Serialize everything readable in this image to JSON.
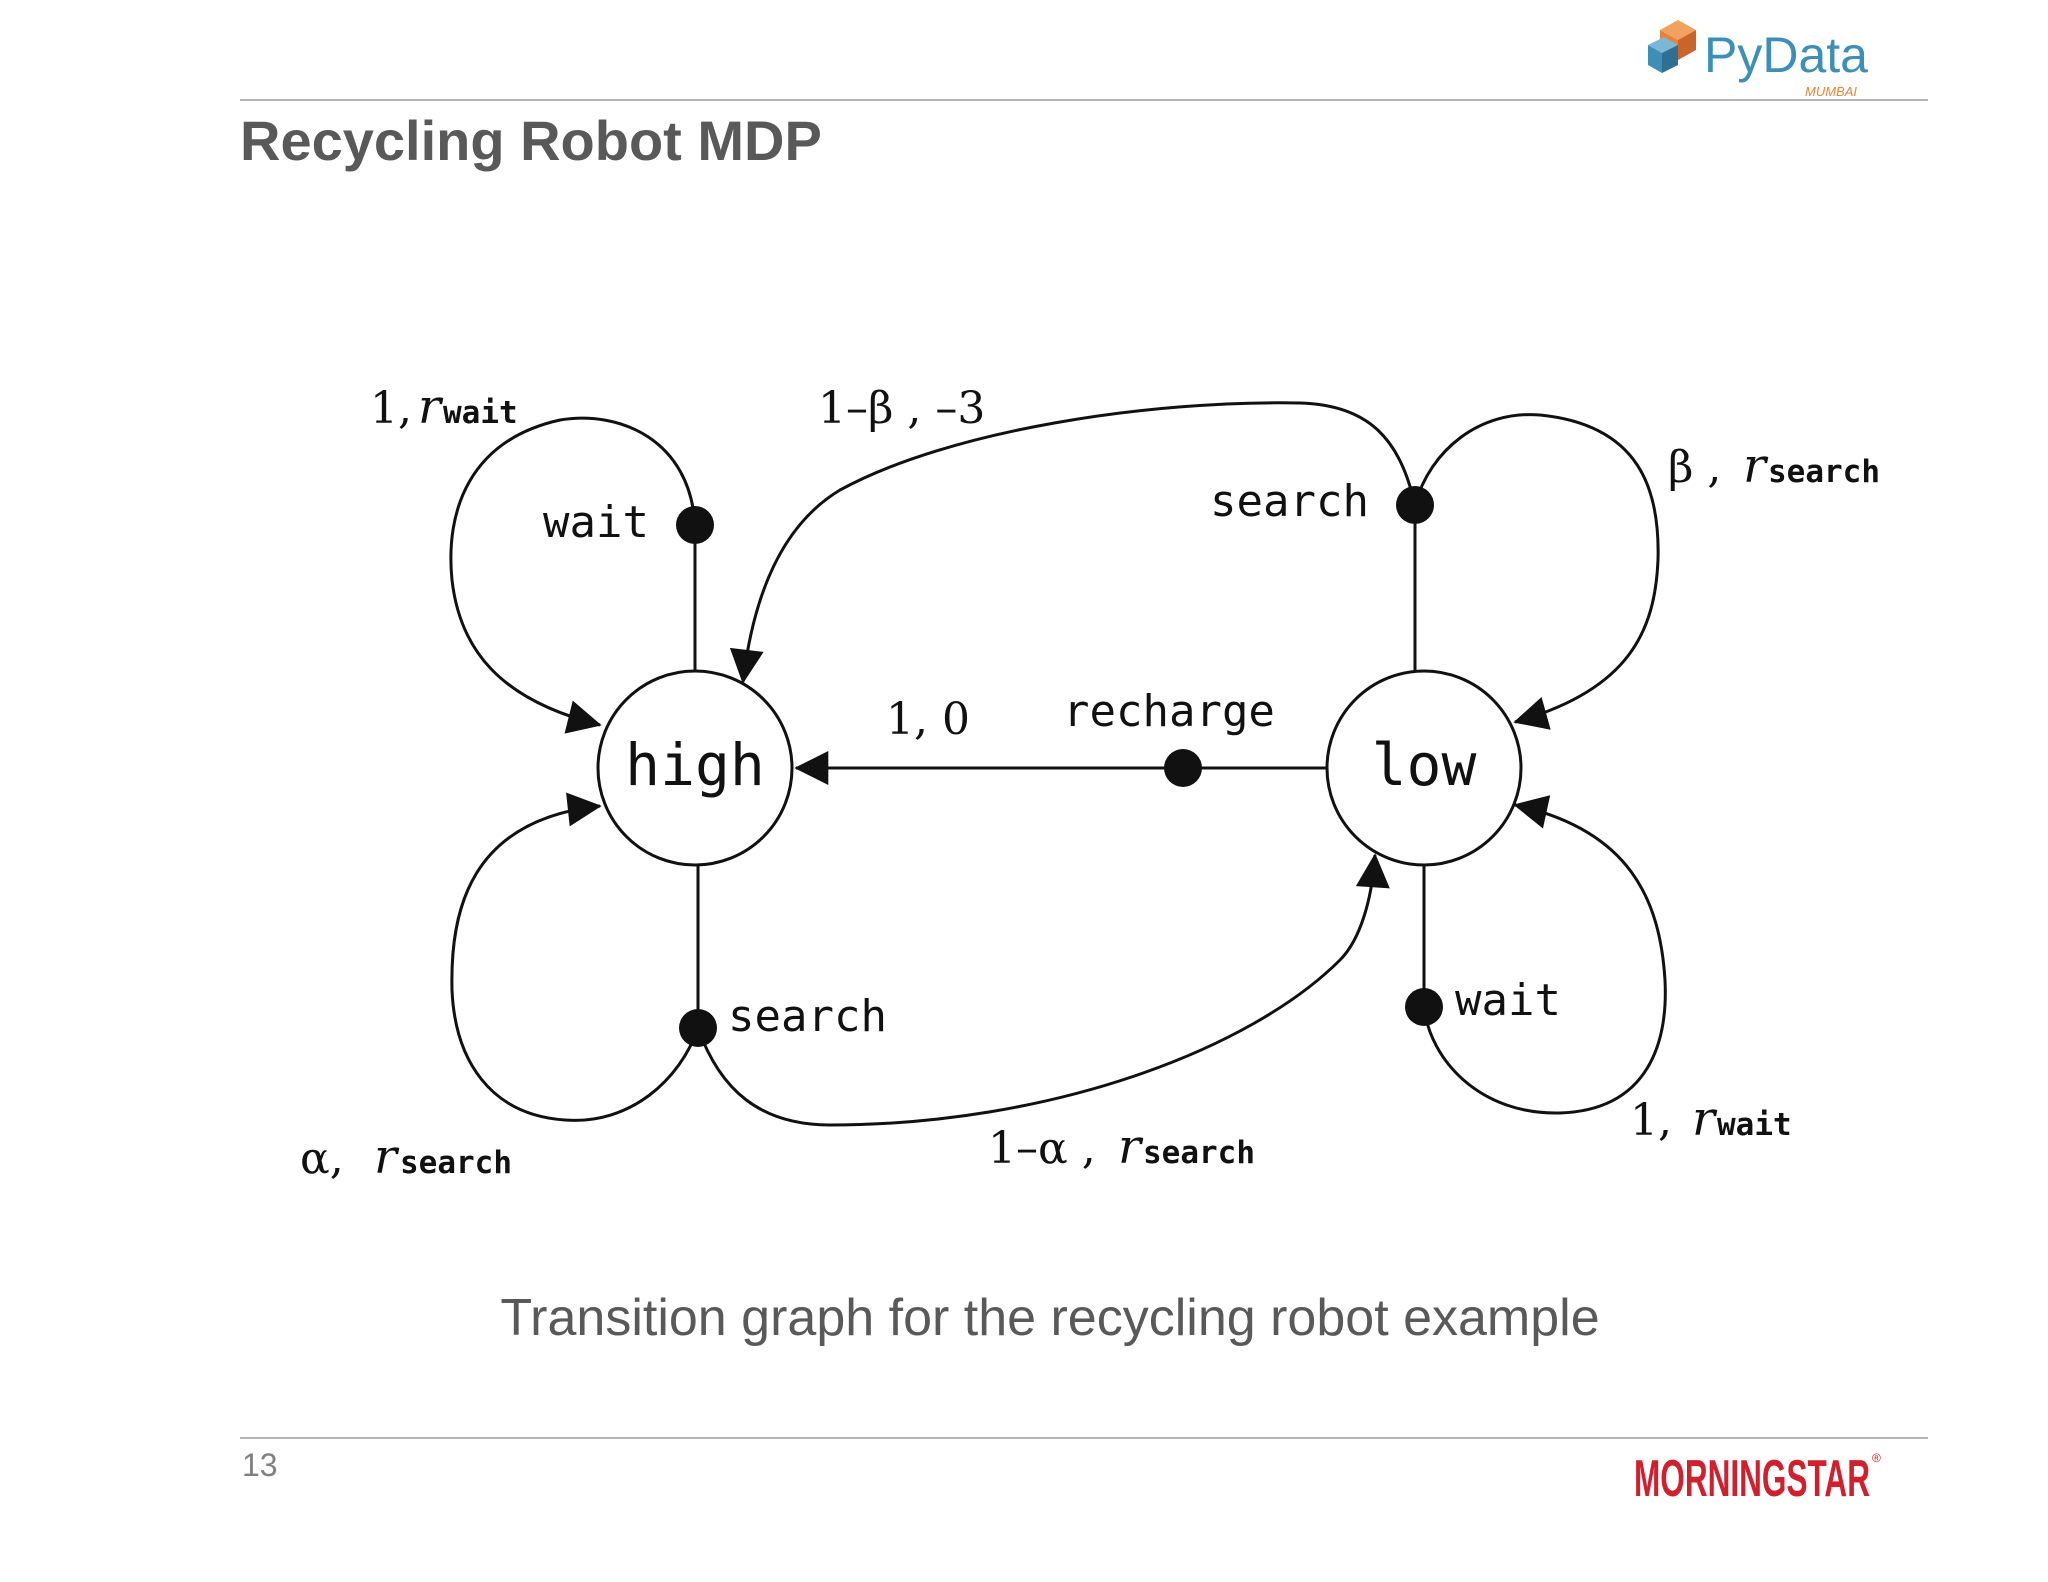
{
  "header": {
    "logo_text": "PyData",
    "logo_subtext": "MUMBAI",
    "title": "Recycling Robot MDP"
  },
  "diagram": {
    "states": {
      "high": "high",
      "low": "low"
    },
    "actions": {
      "high_wait": "wait",
      "high_search": "search",
      "low_search": "search",
      "low_recharge": "recharge",
      "low_wait": "wait"
    },
    "transitions": {
      "high_wait_prob": "1,",
      "high_wait_reward_sub": "wait",
      "low_search_to_high_label": "1–β ,  –3",
      "low_search_self_prob": "β ,",
      "low_search_self_reward_sub": "search",
      "recharge_label": "1, 0",
      "high_search_self_prob": "α,",
      "high_search_self_reward_sub": "search",
      "high_search_to_low_prob": "1–α ,",
      "high_search_to_low_reward_sub": "search",
      "low_wait_prob": "1,",
      "low_wait_reward_sub": "wait",
      "reward_symbol": "r"
    }
  },
  "caption": "Transition graph for the recycling robot example",
  "footer": {
    "page_number": "13",
    "logo_text": "MORNINGSTAR",
    "logo_color": "#d0202e"
  },
  "colors": {
    "title": "#595959",
    "pydata_blue": "#3d8fb8",
    "pydata_orange": "#e8833a"
  }
}
